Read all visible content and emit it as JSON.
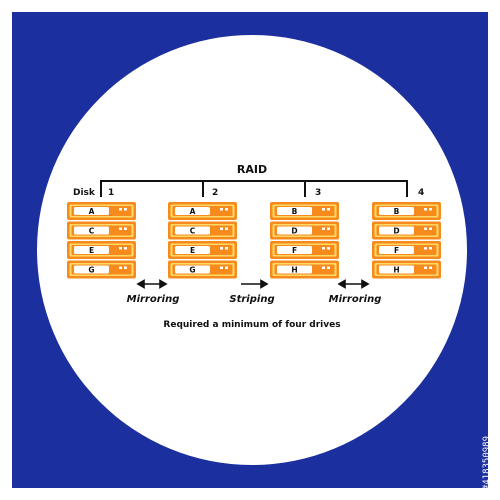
{
  "title": "RAID",
  "disk_label": "Disk",
  "disks": [
    {
      "number": "1",
      "blocks": [
        "A",
        "C",
        "E",
        "G"
      ]
    },
    {
      "number": "2",
      "blocks": [
        "A",
        "C",
        "E",
        "G"
      ]
    },
    {
      "number": "3",
      "blocks": [
        "B",
        "D",
        "F",
        "H"
      ]
    },
    {
      "number": "4",
      "blocks": [
        "B",
        "D",
        "F",
        "H"
      ]
    }
  ],
  "operations": [
    "Mirroring",
    "Striping",
    "Mirroring"
  ],
  "caption": "Required a minimum of four drives",
  "watermark": "#418350989",
  "colors": {
    "background_frame": "#1c2f9e",
    "circle": "#ffffff",
    "drive_orange": "#f78a1c",
    "drive_highlight": "#ffd966",
    "label_fill": "#ffffff",
    "line": "#111111"
  },
  "icons": {
    "arrow_double": "double-headed-arrow",
    "arrow_single": "right-arrow"
  }
}
